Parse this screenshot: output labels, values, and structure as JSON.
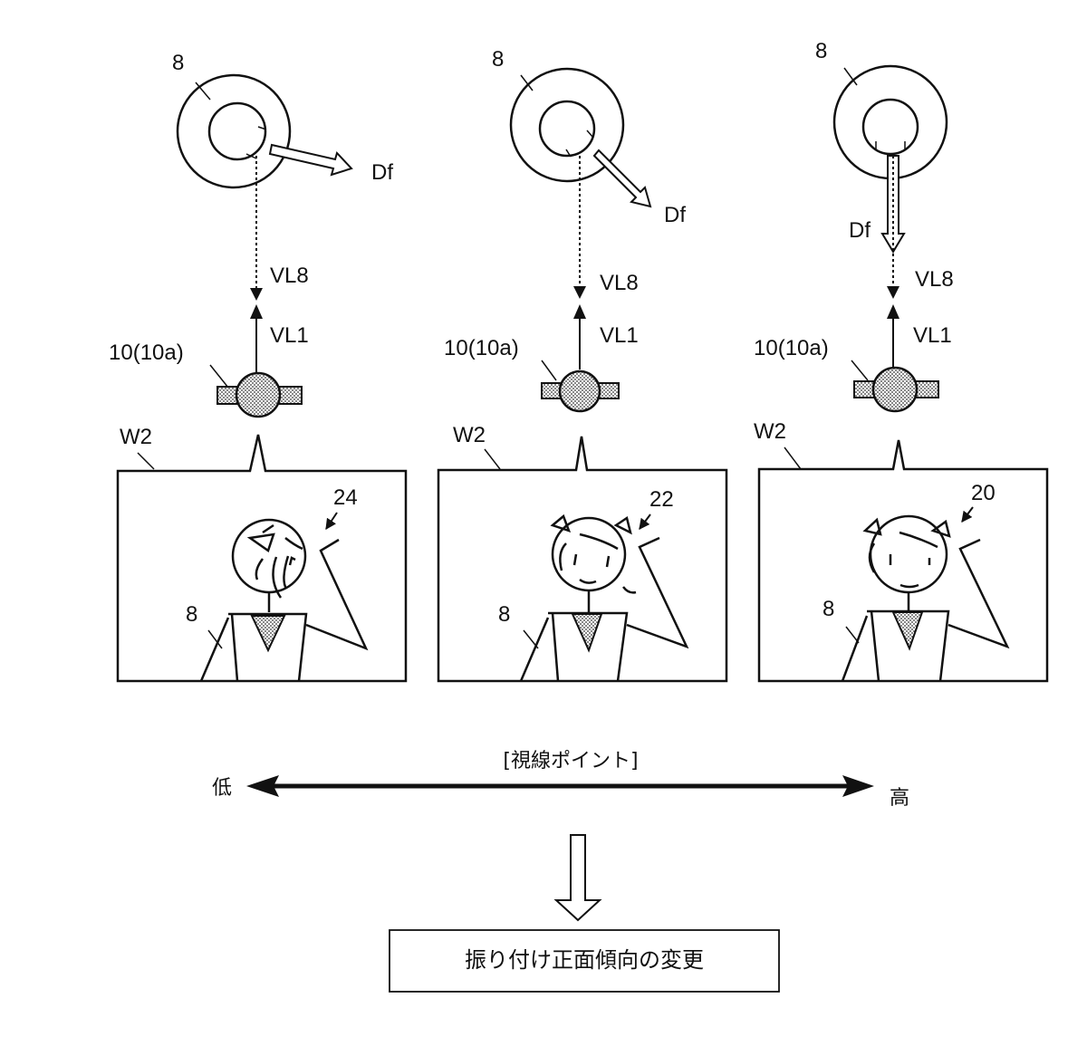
{
  "panels": [
    {
      "id": "low",
      "person_label": "8",
      "df_label": "Df",
      "vl8_label": "VL8",
      "vl1_label": "VL1",
      "camera_label": "10(10a)",
      "window_label": "W2",
      "image_ref": "24",
      "subject_label": "8",
      "gaze": "side-right"
    },
    {
      "id": "mid",
      "person_label": "8",
      "df_label": "Df",
      "vl8_label": "VL8",
      "vl1_label": "VL1",
      "camera_label": "10(10a)",
      "window_label": "W2",
      "image_ref": "22",
      "subject_label": "8",
      "gaze": "diagonal"
    },
    {
      "id": "high",
      "person_label": "8",
      "df_label": "Df",
      "vl8_label": "VL8",
      "vl1_label": "VL1",
      "camera_label": "10(10a)",
      "window_label": "W2",
      "image_ref": "20",
      "subject_label": "8",
      "gaze": "front"
    }
  ],
  "scale": {
    "title": "[視線ポイント]",
    "low_label": "低",
    "high_label": "高"
  },
  "result_box": {
    "text": "振り付け正面傾向の変更"
  },
  "colors": {
    "ink": "#111111",
    "background": "#ffffff",
    "stipple": "#9a9a9a"
  }
}
